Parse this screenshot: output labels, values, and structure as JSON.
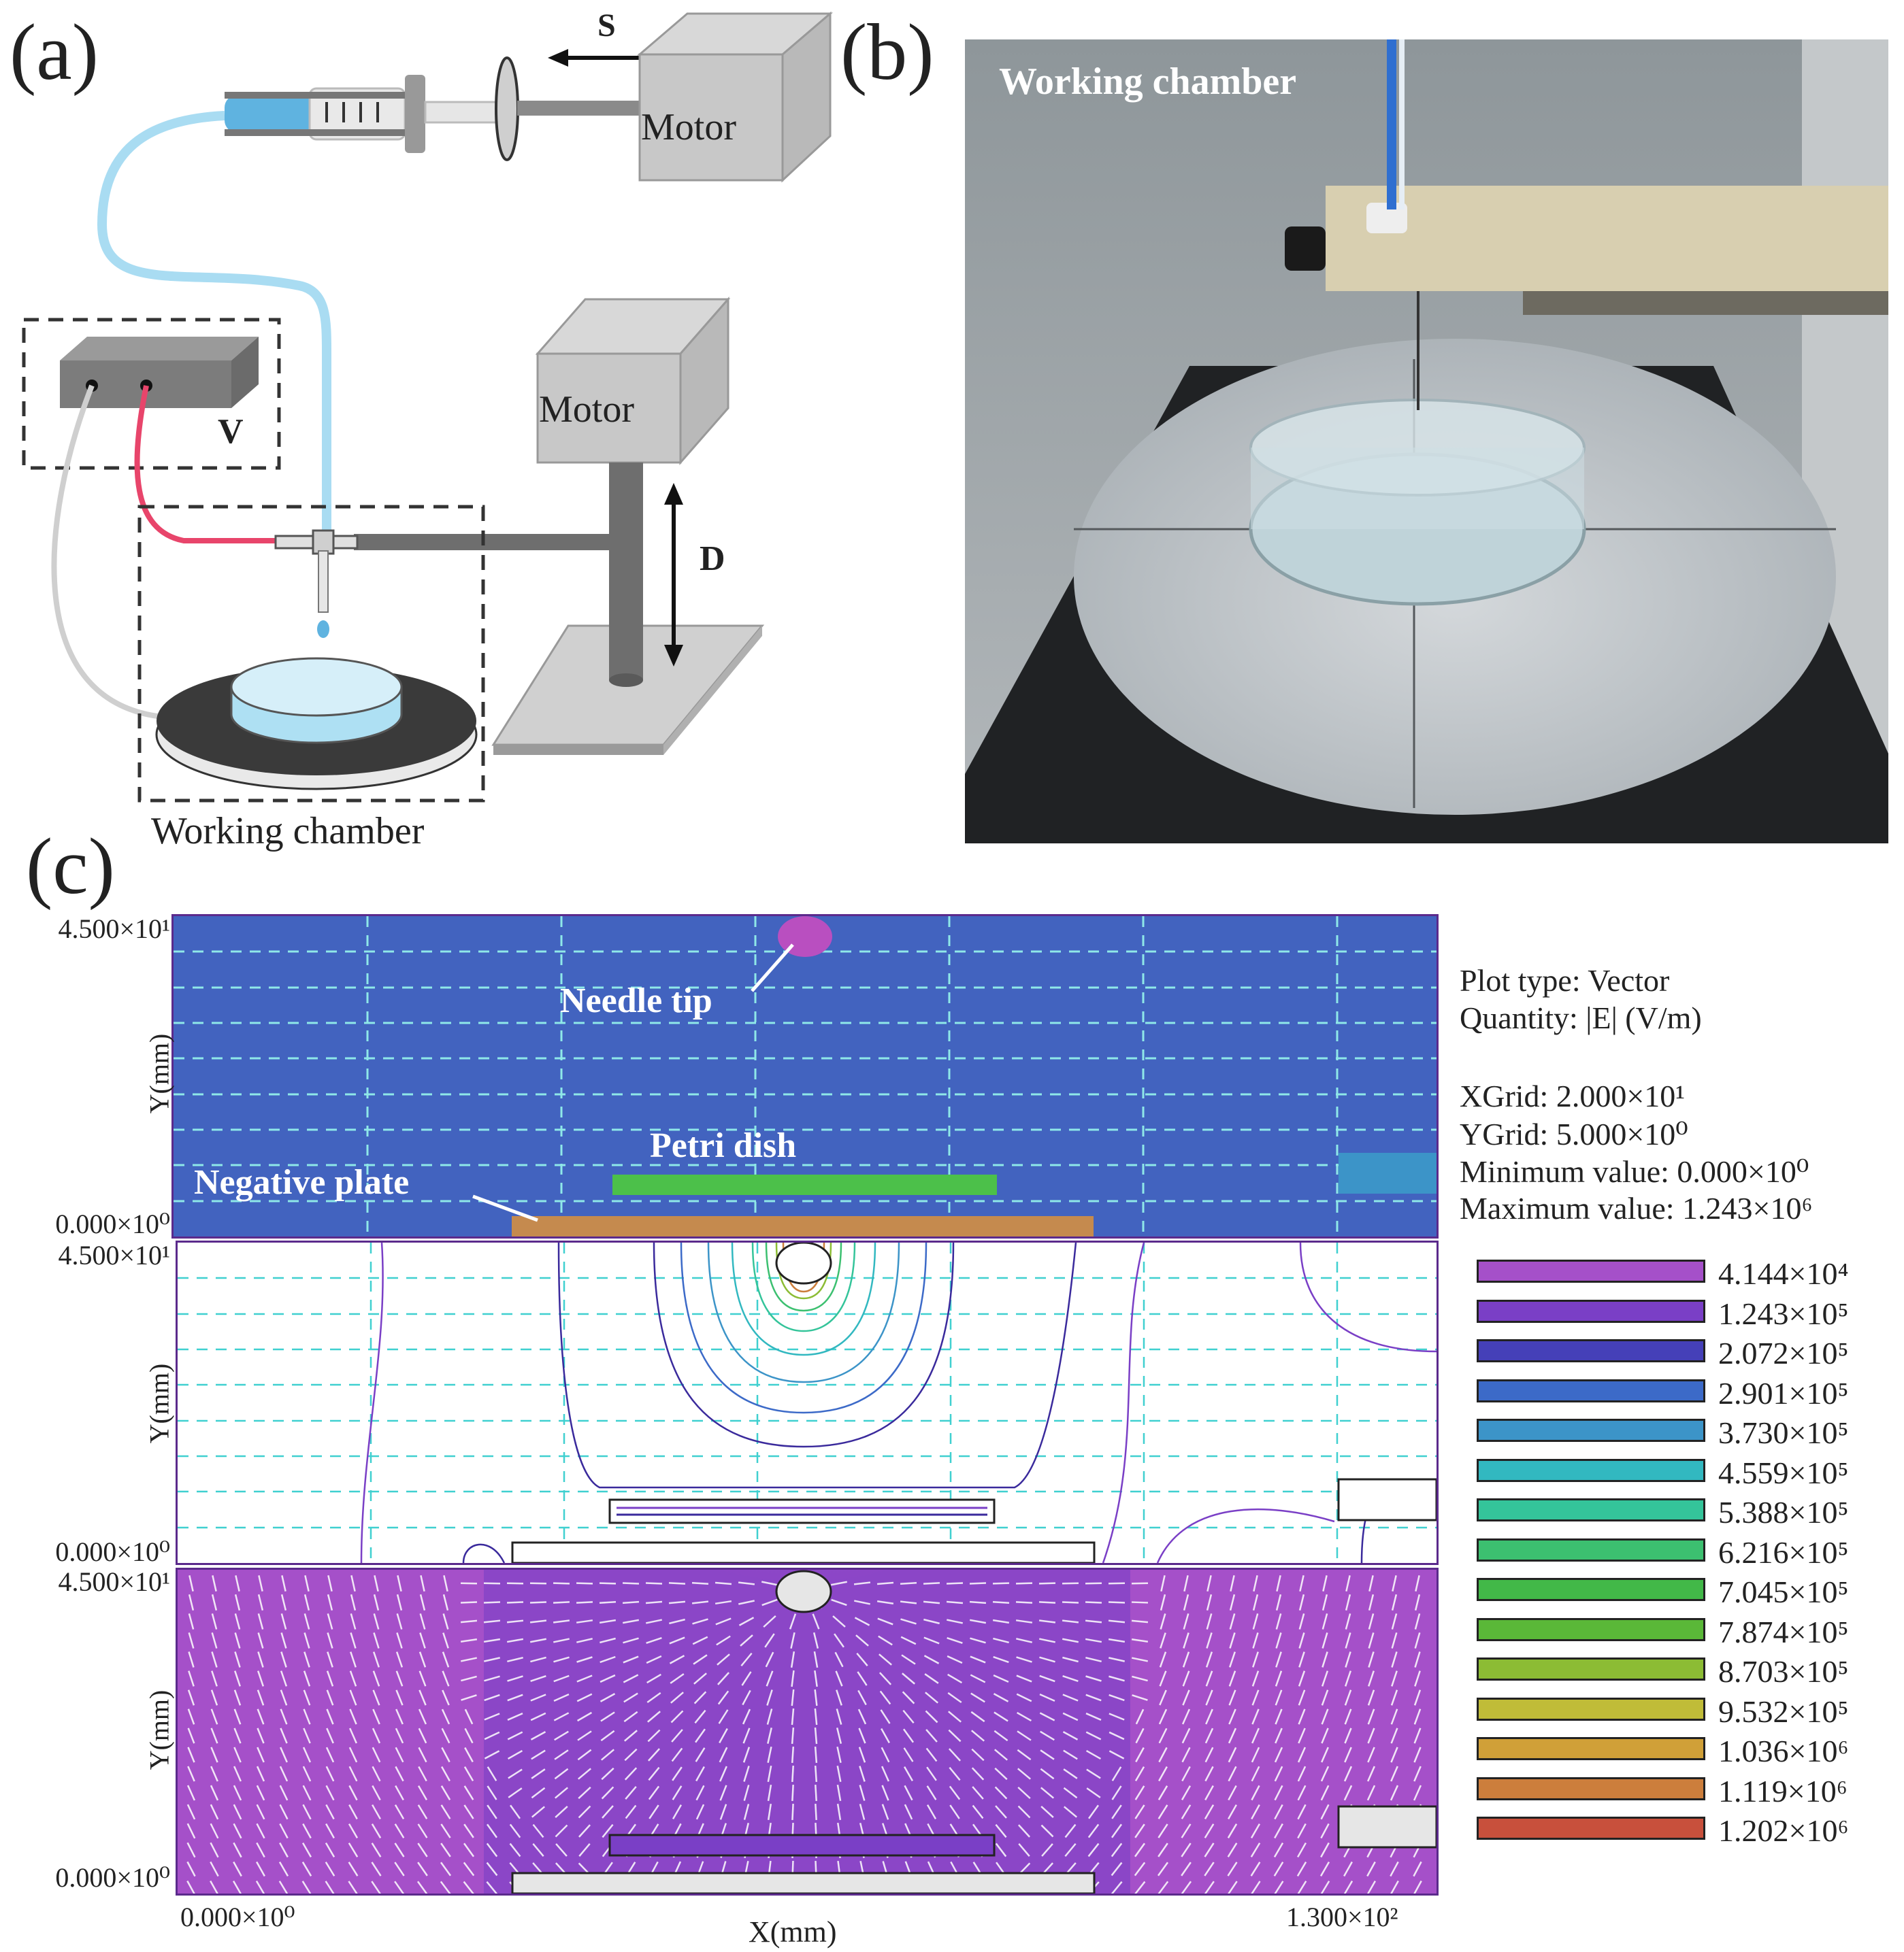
{
  "panel_a": {
    "letter": "(a)",
    "speed_label": "S",
    "motor_top_label": "Motor",
    "motor_right_label": "Motor",
    "voltage_label": "V",
    "distance_label": "D",
    "caption": "Working chamber"
  },
  "panel_b": {
    "letter": "(b)",
    "caption": "Working chamber"
  },
  "panel_c": {
    "letter": "(c)",
    "xlabel": "X(mm)",
    "x_min": "0.000×10⁰",
    "x_max": "1.300×10²",
    "plots": [
      {
        "ylabel": "Y(mm)",
        "y_max": "4.500×10¹",
        "y_min": "0.000×10⁰"
      },
      {
        "ylabel": "Y(mm)",
        "y_max": "4.500×10¹",
        "y_min": "0.000×10⁰"
      },
      {
        "ylabel": "Y(mm)",
        "y_max": "4.500×10¹",
        "y_min": "0.000×10⁰"
      }
    ],
    "annotations": {
      "needle_tip": "Needle tip",
      "petri_dish": "Petri dish",
      "negative_plate": "Negative plate"
    },
    "info": {
      "plot_type": "Plot type: Vector",
      "quantity": "Quantity: |E| (V/m)",
      "xgrid": "XGrid:  2.000×10¹",
      "ygrid": "YGrid:  5.000×10⁰",
      "min_value": "Minimum value: 0.000×10⁰",
      "max_value": "Maximum value: 1.243×10⁶"
    },
    "legend": [
      {
        "label": "4.144×10⁴",
        "color": "#a550c9"
      },
      {
        "label": "1.243×10⁵",
        "color": "#7a3fc6"
      },
      {
        "label": "2.072×10⁵",
        "color": "#4540b8"
      },
      {
        "label": "2.901×10⁵",
        "color": "#3c6ac8"
      },
      {
        "label": "3.730×10⁵",
        "color": "#3c94c8"
      },
      {
        "label": "4.559×10⁵",
        "color": "#32b8c0"
      },
      {
        "label": "5.388×10⁵",
        "color": "#34c49a"
      },
      {
        "label": "6.216×10⁵",
        "color": "#3cc070"
      },
      {
        "label": "7.045×10⁵",
        "color": "#42b848"
      },
      {
        "label": "7.874×10⁵",
        "color": "#5ab838"
      },
      {
        "label": "8.703×10⁵",
        "color": "#8cbc34"
      },
      {
        "label": "9.532×10⁵",
        "color": "#c0bc38"
      },
      {
        "label": "1.036×10⁶",
        "color": "#d0a038"
      },
      {
        "label": "1.119×10⁶",
        "color": "#cc7e3c"
      },
      {
        "label": "1.202×10⁶",
        "color": "#c8503c"
      }
    ],
    "colors": {
      "plot1_bg": "#4263bf",
      "plot3_bg": "#a550c9",
      "petri_dish": "#4cc04a",
      "negative_plate": "#c58a4e",
      "needle_tip": "#b94fc0",
      "grid": "#8fe8e8"
    }
  }
}
